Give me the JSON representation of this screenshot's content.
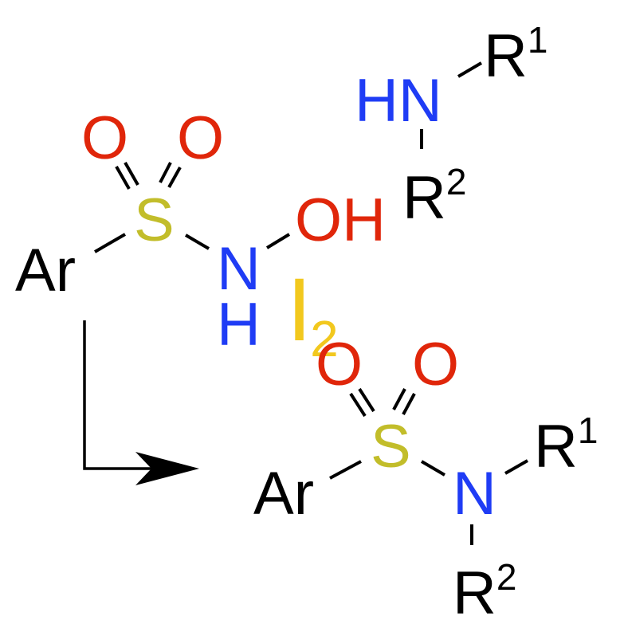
{
  "colors": {
    "oxygen": "#e0260a",
    "nitrogen": "#1f3cf5",
    "sulfur": "#c2bd2a",
    "iodine": "#f2c81e",
    "carbon_group": "#000000"
  },
  "amine": {
    "hn": "HN",
    "r1": "R",
    "r1_sup": "1",
    "r2": "R",
    "r2_sup": "2"
  },
  "hydroxamic": {
    "o_left": "O",
    "o_right": "O",
    "s": "S",
    "ar": "Ar",
    "n": "N",
    "h": "H",
    "oh": "OH"
  },
  "reagent": {
    "symbol": "I",
    "subscript": "2"
  },
  "product": {
    "o_left": "O",
    "o_right": "O",
    "s": "S",
    "ar": "Ar",
    "n": "N",
    "r1": "R",
    "r1_sup": "1",
    "r2": "R",
    "r2_sup": "2"
  }
}
